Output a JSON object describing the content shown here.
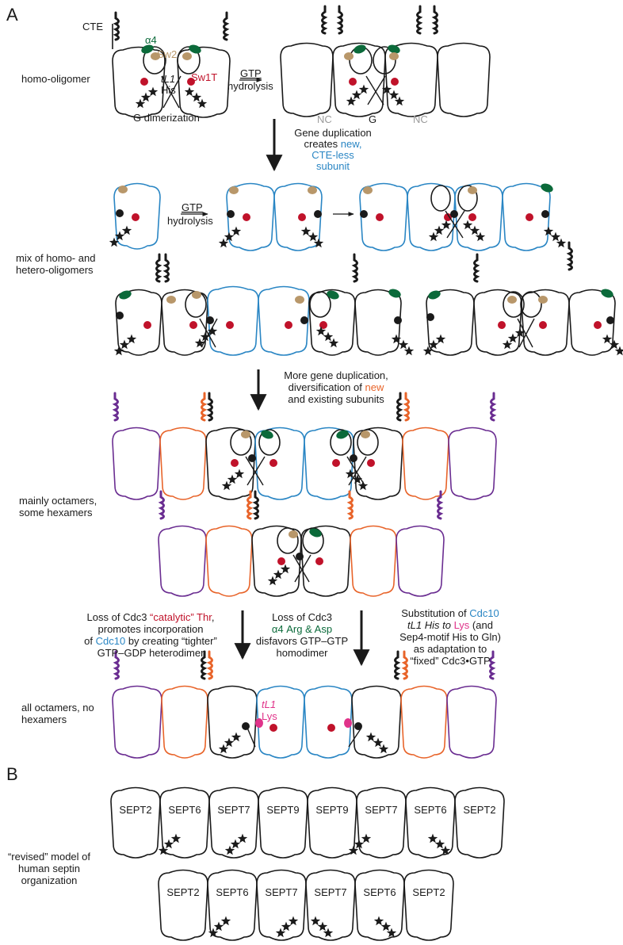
{
  "panels": {
    "a": "A",
    "b": "B"
  },
  "colors": {
    "black": "#1a1a1a",
    "blue": "#2a86c4",
    "orange": "#e8642a",
    "purple": "#6a2d91",
    "green": "#0b6a3a",
    "tan": "#b8976a",
    "red": "#c0122a",
    "gray": "#9a9a9a",
    "magenta": "#e0338a"
  },
  "top": {
    "cte": "CTE",
    "alpha4": "α4",
    "sw2": "Sw2",
    "tl1": "tL1",
    "his": "His",
    "sw1t": "Sw1T",
    "homo_oligomer": "homo-oligomer",
    "gtp": "GTP",
    "hydrolysis": "hydrolysis",
    "g_dimerization": "G dimerization",
    "nc_left": "NC",
    "g": "G",
    "nc_right": "NC"
  },
  "step1": {
    "line1": "Gene duplication",
    "line2a": "creates ",
    "line2b": "new,",
    "line3": "CTE-less",
    "line4": "subunit"
  },
  "row2": {
    "gtp": "GTP",
    "hydrolysis": "hydrolysis",
    "mix_line1": "mix of homo- and",
    "mix_line2": "hetero-oligomers"
  },
  "step2": {
    "line1": "More gene duplication,",
    "line2a": "diversification of ",
    "line2b": "new",
    "line3": "and existing subunits"
  },
  "row3": {
    "line1": "mainly octamers,",
    "line2": "some hexamers"
  },
  "step3": {
    "left_l1a": "Loss of Cdc3 ",
    "left_l1b": "“catalytic” Thr",
    "left_l1c": ",",
    "left_l2": "promotes incorporation",
    "left_l3a": "of ",
    "left_l3b": "Cdc10",
    "left_l3c": " by creating “tighter”",
    "left_l4": "GTP–GDP heterodimer",
    "mid_l1": "Loss of Cdc3",
    "mid_l2": "α4 Arg & Asp",
    "mid_l3": "disfavors GTP–GTP",
    "mid_l4": "homodimer",
    "right_l1a": "Substitution of ",
    "right_l1b": "Cdc10",
    "right_l2a": "tL1 His to ",
    "right_l2b": "Lys",
    "right_l2c": " (and",
    "right_l3": "Sep4-motif His to Gln)",
    "right_l4": "as adaptation to",
    "right_l5": "“fixed” Cdc3•GTP"
  },
  "row4": {
    "line1": "all octamers, no",
    "line2": "hexamers",
    "tl1": "tL1",
    "lys": "Lys"
  },
  "panelB": {
    "caption_l1": "“revised” model of",
    "caption_l2": "human septin",
    "caption_l3": "organization",
    "octamer": [
      "SEPT2",
      "SEPT6",
      "SEPT7",
      "SEPT9",
      "SEPT9",
      "SEPT7",
      "SEPT6",
      "SEPT2"
    ],
    "hexamer": [
      "SEPT2",
      "SEPT6",
      "SEPT7",
      "SEPT7",
      "SEPT6",
      "SEPT2"
    ]
  }
}
